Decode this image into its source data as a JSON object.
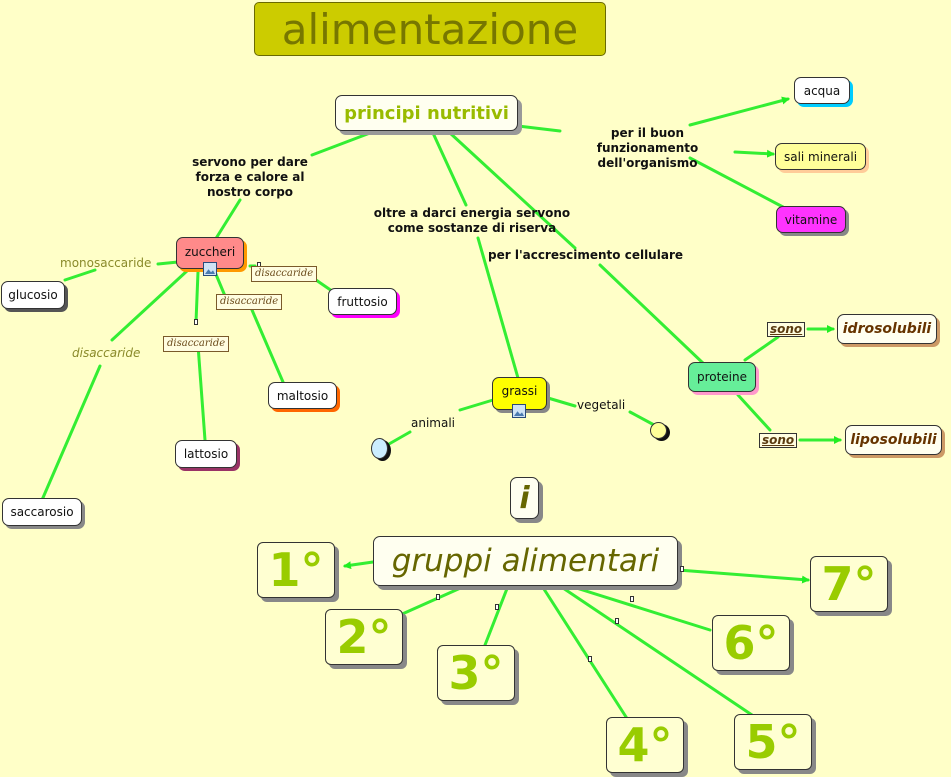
{
  "title": "alimentazione",
  "principi": "principi nutritivi",
  "zuccheri": "zuccheri",
  "glucosio": "glucosio",
  "fruttosio": "fruttosio",
  "maltosio": "maltosio",
  "lattosio": "lattosio",
  "saccarosio": "saccarosio",
  "grassi": "grassi",
  "proteine": "proteine",
  "acqua": "acqua",
  "sali_minerali": "sali minerali",
  "vitamine": "vitamine",
  "idrosolubili": "idrosolubili",
  "liposolubili": "liposolubili",
  "labels": {
    "servono": "servono per dare\nforza e calore al\nnostro corpo",
    "oltre": "oltre a darci energia servono\ncome sostanze di riserva",
    "accrescimento": "per l'accrescimento cellulare",
    "funzionamento": "per il buon funzionamento\ndell'organismo",
    "monosaccaride": "monosaccaride",
    "disaccaride": "disaccaride",
    "animali": "animali",
    "vegetali": "vegetali",
    "sono": "sono"
  },
  "i": "i",
  "gruppi": "gruppi alimentari",
  "groups": [
    "1°",
    "2°",
    "3°",
    "4°",
    "5°",
    "6°",
    "7°"
  ]
}
